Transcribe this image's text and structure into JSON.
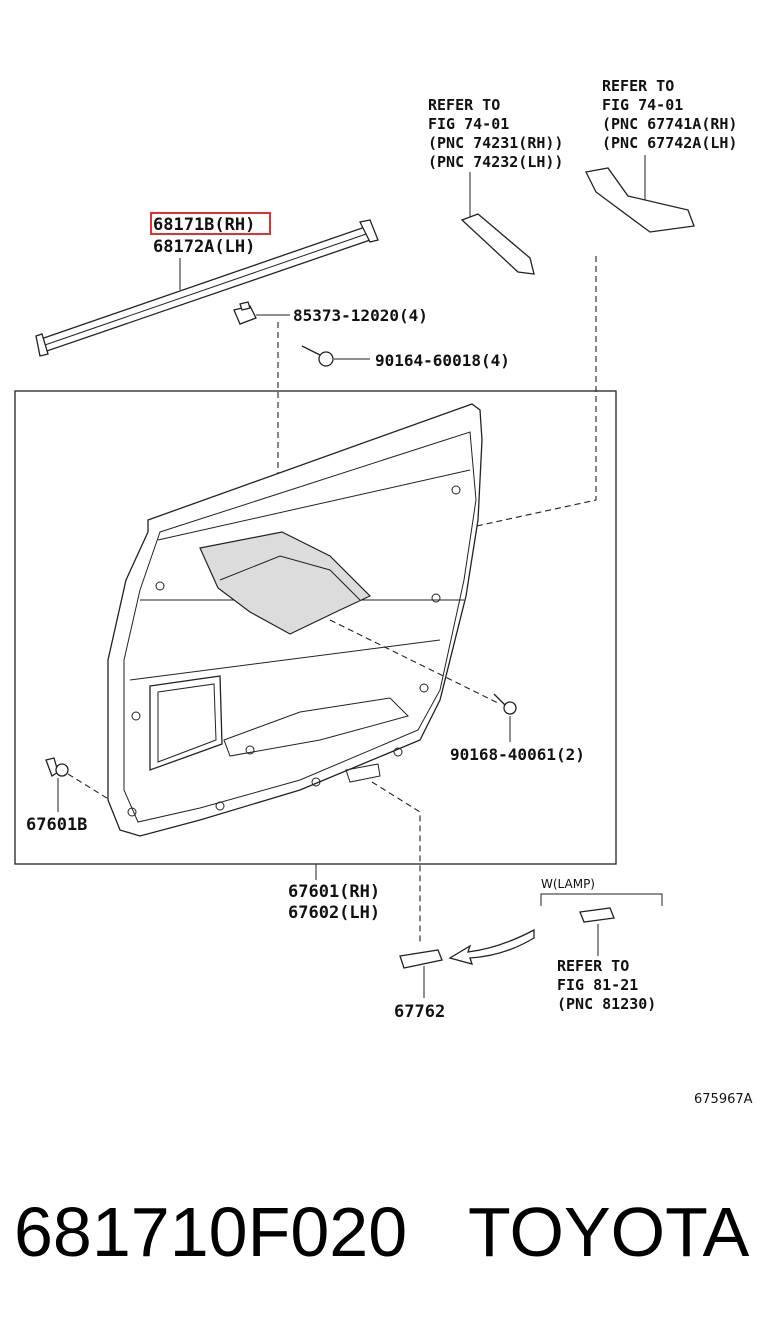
{
  "callouts": {
    "weatherstrip_rh": "68171B(RH)",
    "weatherstrip_lh": "68172A(LH)",
    "clip_85373": "85373-12020(4)",
    "screw_90164": "90164-60018(4)",
    "screw_90168": "90168-40061(2)",
    "clip_67601b": "67601B",
    "panel_rh": "67601(RH)",
    "panel_lh": "67602(LH)",
    "part_67762": "67762",
    "wlamp": "W(LAMP)"
  },
  "refer_74231": [
    "REFER TO",
    "FIG 74-01",
    "(PNC 74231(RH))",
    "(PNC 74232(LH))"
  ],
  "refer_67741": [
    "REFER TO",
    "FIG 74-01",
    "(PNC 67741A(RH)",
    "(PNC 67742A(LH)"
  ],
  "refer_81230": [
    "REFER TO",
    "FIG 81-21",
    "(PNC 81230)"
  ],
  "figure_code": "675967A",
  "footer": {
    "part_number": "681710F020",
    "brand": "TOYOTA"
  },
  "colors": {
    "highlight_box": "#e03030",
    "line": "#222222"
  }
}
